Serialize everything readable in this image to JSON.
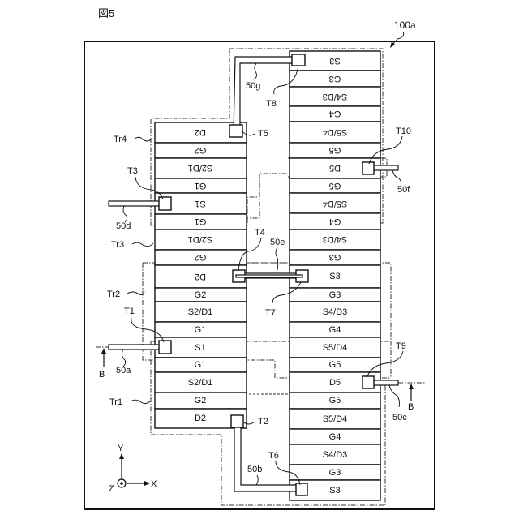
{
  "figure": {
    "title": "図5",
    "ref_label": "100a",
    "left_column": {
      "upper_rows_flipped": [
        "D2",
        "G2",
        "S2/D1",
        "G1",
        "S1",
        "G1",
        "S2/D1",
        "G2",
        "D2"
      ],
      "lower_rows": [
        "G2",
        "S2/D1",
        "G1",
        "S1",
        "G1",
        "S2/D1",
        "G2",
        "D2"
      ]
    },
    "right_column": {
      "upper_rows_flipped": [
        "S3",
        "G3",
        "S4/D3",
        "G4",
        "S5/D4",
        "G5",
        "D5",
        "G5",
        "S5/D4",
        "G4",
        "S4/D3",
        "G3"
      ],
      "lower_rows": [
        "S3",
        "G3",
        "S4/D3",
        "G4",
        "S5/D4",
        "G5",
        "D5",
        "G5",
        "S5/D4",
        "G4",
        "S4/D3",
        "G3",
        "S3"
      ]
    },
    "regions": [
      "Tr1",
      "Tr2",
      "Tr3",
      "Tr4"
    ],
    "terminals": [
      "T1",
      "T2",
      "T3",
      "T4",
      "T5",
      "T6",
      "T7",
      "T8",
      "T9",
      "T10"
    ],
    "wires": [
      "50a",
      "50b",
      "50c",
      "50d",
      "50e",
      "50f",
      "50g"
    ],
    "section_marks": [
      "B",
      "B"
    ],
    "axes": {
      "y": "Y",
      "x": "X",
      "z": "Z"
    }
  }
}
